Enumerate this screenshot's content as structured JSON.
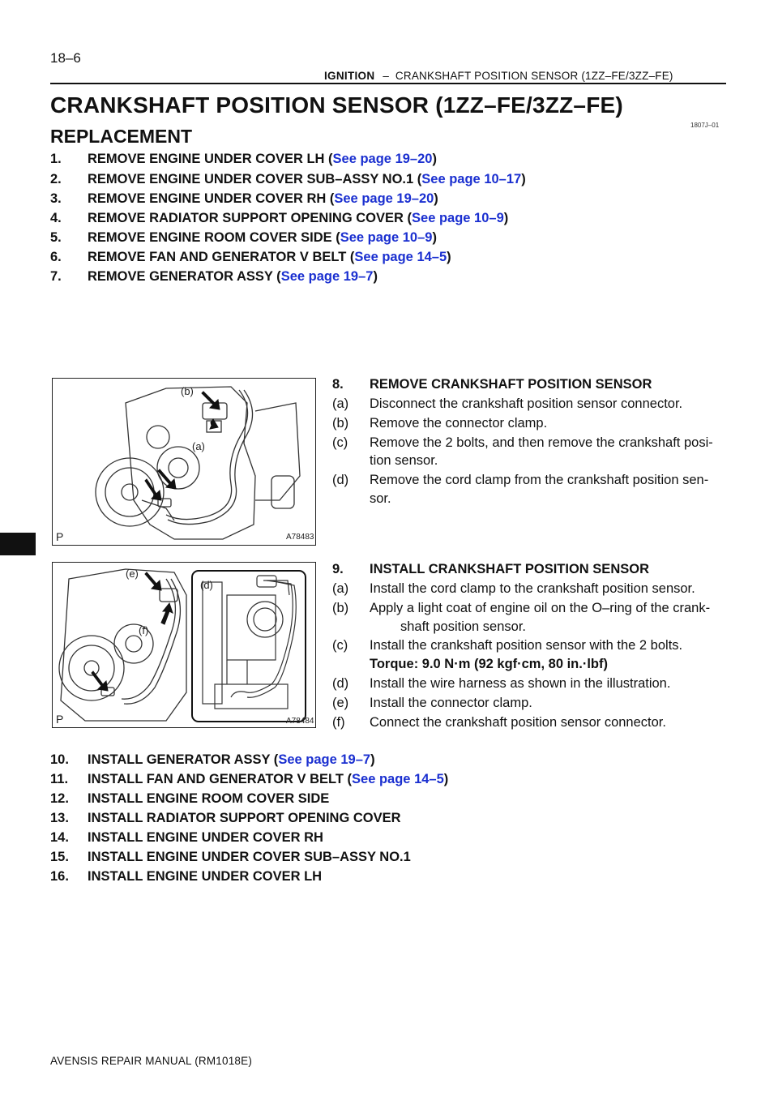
{
  "header": {
    "page_number": "18–6",
    "section": "IGNITION",
    "separator": "–",
    "subsection": "CRANKSHAFT POSITION SENSOR (1ZZ–FE/3ZZ–FE)"
  },
  "title": "CRANKSHAFT POSITION SENSOR (1ZZ–FE/3ZZ–FE)",
  "doc_id": "1807J–01",
  "heading": "REPLACEMENT",
  "steps_top": [
    {
      "num": "1.",
      "text": "REMOVE ENGINE UNDER COVER LH (",
      "link": "See page 19–20",
      "close": ")"
    },
    {
      "num": "2.",
      "text": "REMOVE ENGINE UNDER COVER SUB–ASSY NO.1 (",
      "link": "See page 10–17",
      "close": ")"
    },
    {
      "num": "3.",
      "text": "REMOVE ENGINE UNDER COVER RH (",
      "link": "See page 19–20",
      "close": ")"
    },
    {
      "num": "4.",
      "text": "REMOVE RADIATOR SUPPORT OPENING COVER (",
      "link": "See page 10–9",
      "close": ")"
    },
    {
      "num": "5.",
      "text": "REMOVE ENGINE ROOM COVER SIDE (",
      "link": "See page 10–9",
      "close": ")"
    },
    {
      "num": "6.",
      "text": "REMOVE FAN AND GENERATOR V BELT (",
      "link": "See page 14–5",
      "close": ")"
    },
    {
      "num": "7.",
      "text": "REMOVE GENERATOR ASSY (",
      "link": "See page 19–7",
      "close": ")"
    }
  ],
  "figure1": {
    "code": "A78483",
    "corner": "P",
    "labels": {
      "a": "(a)",
      "b": "(b)"
    }
  },
  "step8": {
    "num": "8.",
    "title": "REMOVE CRANKSHAFT POSITION SENSOR",
    "subs": [
      {
        "letter": "(a)",
        "lines": [
          "Disconnect the crankshaft position sensor connector."
        ]
      },
      {
        "letter": "(b)",
        "lines": [
          "Remove the connector clamp."
        ]
      },
      {
        "letter": "(c)",
        "lines": [
          "Remove the 2 bolts, and then remove the crankshaft posi-",
          "tion sensor."
        ]
      },
      {
        "letter": "(d)",
        "lines": [
          "Remove the cord clamp from the crankshaft position sen-",
          "sor."
        ]
      }
    ]
  },
  "figure2": {
    "code": "A78484",
    "corner": "P",
    "labels": {
      "d": "(d)",
      "e": "(e)",
      "f": "(f)"
    }
  },
  "step9": {
    "num": "9.",
    "title": "INSTALL CRANKSHAFT POSITION SENSOR",
    "subs": [
      {
        "letter": "(a)",
        "lines": [
          "Install the cord clamp to the crankshaft position sensor."
        ]
      },
      {
        "letter": "(b)",
        "lines": [
          "Apply a light coat of engine oil on the O–ring of the crank-",
          "shaft position sensor."
        ]
      },
      {
        "letter": "(c)",
        "lines": [
          "Install the crankshaft position sensor with the 2 bolts."
        ],
        "torque": "Torque: 9.0 N·m (92 kgf·cm, 80 in.·lbf)"
      },
      {
        "letter": "(d)",
        "lines": [
          "Install the wire harness as shown in the illustration."
        ]
      },
      {
        "letter": "(e)",
        "lines": [
          "Install the connector clamp."
        ]
      },
      {
        "letter": "(f)",
        "lines": [
          "Connect the crankshaft position sensor connector."
        ]
      }
    ]
  },
  "steps_bottom": [
    {
      "num": "10.",
      "text": "INSTALL GENERATOR ASSY (",
      "link": "See page 19–7",
      "close": ")"
    },
    {
      "num": "11.",
      "text": "INSTALL FAN AND GENERATOR V BELT (",
      "link": "See page 14–5",
      "close": ")"
    },
    {
      "num": "12.",
      "text": "INSTALL ENGINE ROOM COVER SIDE",
      "link": "",
      "close": ""
    },
    {
      "num": "13.",
      "text": "INSTALL RADIATOR SUPPORT OPENING COVER",
      "link": "",
      "close": ""
    },
    {
      "num": "14.",
      "text": "INSTALL ENGINE UNDER COVER RH",
      "link": "",
      "close": ""
    },
    {
      "num": "15.",
      "text": "INSTALL ENGINE UNDER COVER SUB–ASSY NO.1",
      "link": "",
      "close": ""
    },
    {
      "num": "16.",
      "text": "INSTALL ENGINE UNDER COVER LH",
      "link": "",
      "close": ""
    }
  ],
  "footer": "AVENSIS REPAIR MANUAL   (RM1018E)",
  "colors": {
    "link": "#1a2fd0",
    "text": "#111111"
  }
}
